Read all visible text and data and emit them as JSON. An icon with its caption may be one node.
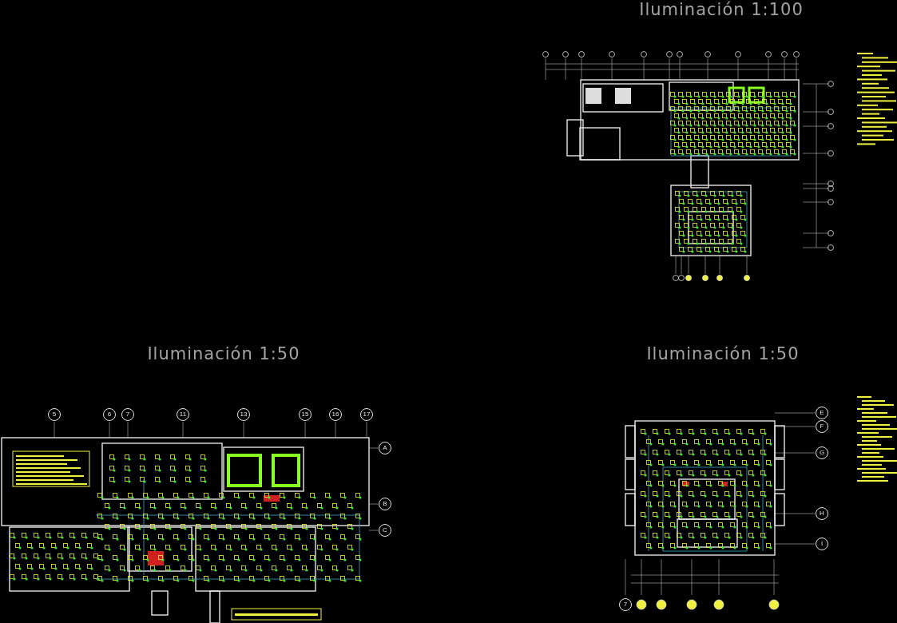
{
  "diagram": {
    "labels": [
      "Iluminación 1:100",
      "Iluminación 1:50",
      "Iluminación 1:50",
      "5",
      "6",
      "7",
      "11",
      "13",
      "15",
      "16",
      "17",
      "A",
      "B",
      "C",
      "E",
      "F",
      "G",
      "H",
      "I",
      "7"
    ]
  }
}
